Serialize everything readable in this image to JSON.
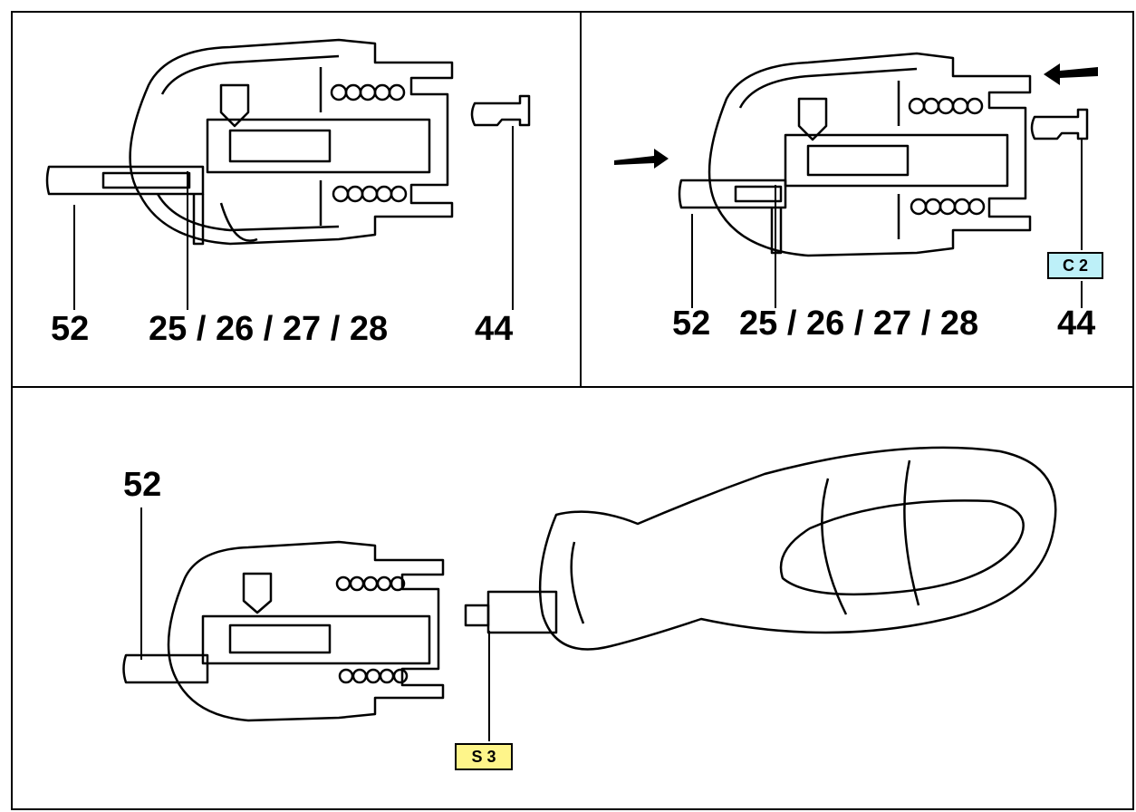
{
  "panel_a": {
    "labels": {
      "part_52": "52",
      "parts_group": "25 / 26 / 27 / 28",
      "part_44": "44"
    }
  },
  "panel_b": {
    "labels": {
      "part_52": "52",
      "parts_group": "25 / 26 / 27 / 28",
      "part_44": "44"
    },
    "tag": {
      "text": "C 2",
      "color": "#bdf0f8"
    }
  },
  "panel_c": {
    "labels": {
      "part_52": "52"
    },
    "tag": {
      "text": "S 3",
      "color": "#fef58a"
    }
  }
}
